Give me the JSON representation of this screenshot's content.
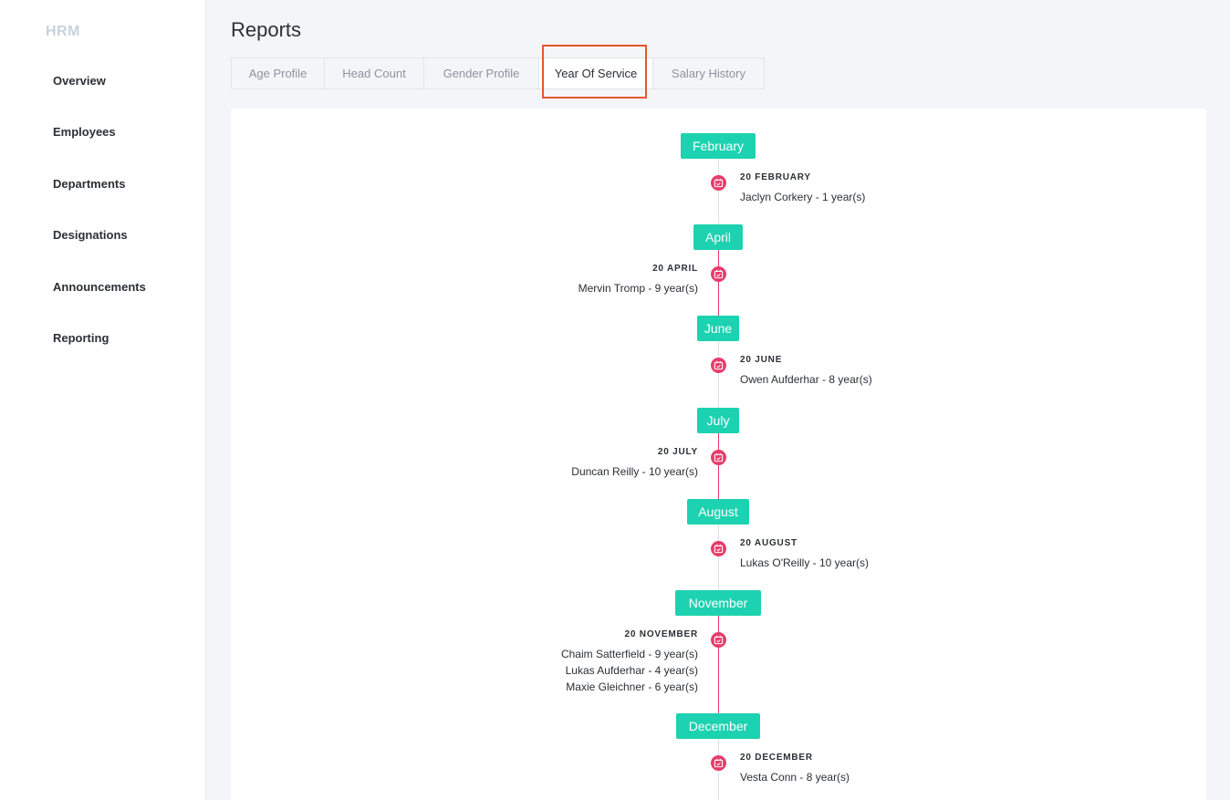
{
  "sidebar": {
    "brand": "HRM",
    "items": [
      {
        "label": "Overview"
      },
      {
        "label": "Employees"
      },
      {
        "label": "Departments"
      },
      {
        "label": "Designations"
      },
      {
        "label": "Announcements"
      },
      {
        "label": "Reporting"
      }
    ]
  },
  "page": {
    "title": "Reports"
  },
  "tabs": [
    {
      "label": "Age Profile",
      "active": false
    },
    {
      "label": "Head Count",
      "active": false
    },
    {
      "label": "Gender Profile",
      "active": false
    },
    {
      "label": "Year Of Service",
      "active": true
    },
    {
      "label": "Salary History",
      "active": false
    }
  ],
  "timeline": [
    {
      "month": "February",
      "date": "20 FEBRUARY",
      "people": [
        "Jaclyn Corkery - 1 year(s)"
      ],
      "side": "right"
    },
    {
      "month": "April",
      "date": "20 APRIL",
      "people": [
        "Mervin Tromp - 9 year(s)"
      ],
      "side": "left"
    },
    {
      "month": "June",
      "date": "20 JUNE",
      "people": [
        "Owen Aufderhar - 8 year(s)"
      ],
      "side": "right"
    },
    {
      "month": "July",
      "date": "20 JULY",
      "people": [
        "Duncan Reilly - 10 year(s)"
      ],
      "side": "left"
    },
    {
      "month": "August",
      "date": "20 AUGUST",
      "people": [
        "Lukas O'Reilly - 10 year(s)"
      ],
      "side": "right"
    },
    {
      "month": "November",
      "date": "20 NOVEMBER",
      "people": [
        "Chaim Satterfield - 9 year(s)",
        "Lukas Aufderhar - 4 year(s)",
        "Maxie Gleichner - 6 year(s)"
      ],
      "side": "left"
    },
    {
      "month": "December",
      "date": "20 DECEMBER",
      "people": [
        "Vesta Conn - 8 year(s)"
      ],
      "side": "right"
    }
  ],
  "colors": {
    "month_badge": "#1dd2b0",
    "event_dot": "#e73c6a",
    "highlight": "#e4572e"
  },
  "icons": {
    "event": "calendar-check-icon"
  }
}
